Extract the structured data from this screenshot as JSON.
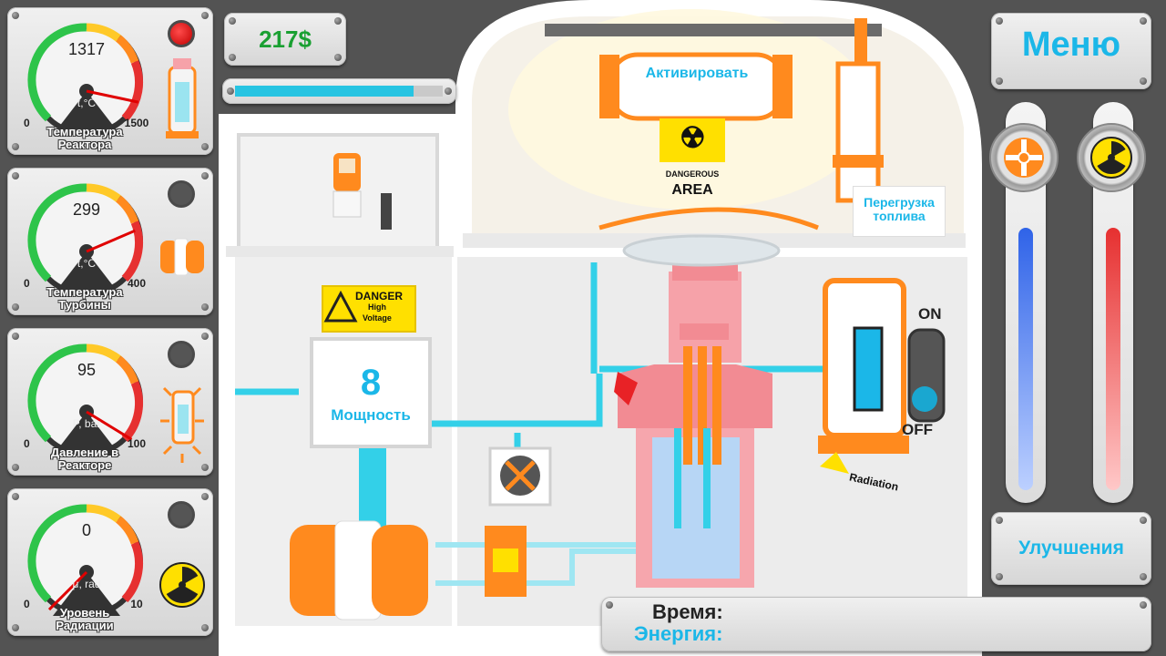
{
  "hud": {
    "money": "217$",
    "progress": 0.86,
    "menu_label": "Меню",
    "upgrades_label": "Улучшения",
    "time_label": "Время:",
    "energy_label": "Энергия:"
  },
  "gauges": [
    {
      "value": "1317",
      "unit": "t,°C",
      "min": "0",
      "max": "1500",
      "label_line1": "Температура",
      "label_line2": "Реактора",
      "led": "red",
      "icon": "reactor-core-icon",
      "needle_fraction": 0.878
    },
    {
      "value": "299",
      "unit": "t,°C",
      "min": "0",
      "max": "400",
      "label_line1": "Температура",
      "label_line2": "Турбины",
      "led": "off",
      "icon": "turbine-icon",
      "needle_fraction": 0.7475
    },
    {
      "value": "95",
      "unit": "P, bar",
      "min": "0",
      "max": "100",
      "label_line1": "Давление в",
      "label_line2": "Реакторе",
      "led": "off",
      "icon": "pressure-vessel-icon",
      "needle_fraction": 0.95
    },
    {
      "value": "0",
      "unit": "μ, rad",
      "min": "0",
      "max": "10",
      "label_line1": "Уровень",
      "label_line2": "Радиации",
      "led": "off",
      "icon": "radiation-icon",
      "needle_fraction": 0.0
    }
  ],
  "scene": {
    "activate_label": "Активировать",
    "dangerous_label": "DANGEROUS",
    "area_label": "AREA",
    "refuel_line1": "Перегрузка",
    "refuel_line2": "топлива",
    "danger_title": "DANGER",
    "danger_line1": "High",
    "danger_line2": "Voltage",
    "power_value": "8",
    "power_label": "Мощность",
    "switch_on": "ON",
    "switch_off": "OFF",
    "radiation_label": "Radiation"
  },
  "sliders": {
    "cooling_level": 0.72,
    "rods_level": 0.72
  },
  "colors": {
    "accent": "#1bb7e8",
    "money": "#1aa032",
    "orange": "#ff8a1e",
    "hazard_yellow": "#ffe000"
  }
}
